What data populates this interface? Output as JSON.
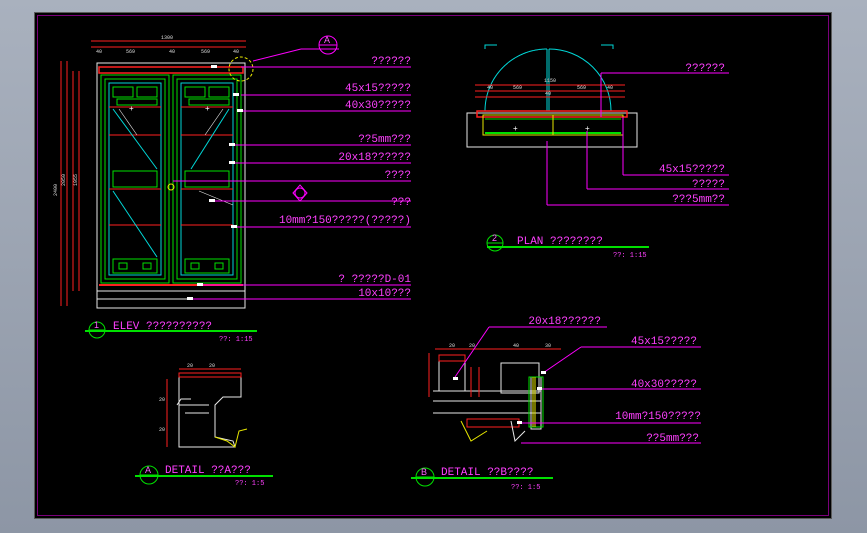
{
  "elevation": {
    "labels": [
      "??????",
      "45x15?????",
      "40x30?????",
      "??5mm???",
      "20x18??????",
      "????",
      "???",
      "10mm?150?????(?????)",
      "? ?????D-01",
      "10x10???"
    ],
    "bubble": "A",
    "title_num": "1",
    "title": "ELEV  ??????????",
    "scale": "??: 1:15",
    "dim_top": "1300",
    "dim_sub": [
      "40",
      "569",
      "40",
      "569",
      "40"
    ],
    "dim_side": [
      "2400",
      "2050",
      "1955"
    ]
  },
  "plan": {
    "labels": [
      "??????",
      "45x15?????",
      "?????",
      "???5mm??"
    ],
    "title_num": "2",
    "title": "PLAN   ????????",
    "scale": "??: 1:15",
    "dim_top": "1150",
    "dim_sub": [
      "40",
      "569",
      "40",
      "569",
      "40"
    ]
  },
  "detail_a": {
    "bubble": "A",
    "title": "DETAIL ??A???",
    "scale": "??: 1:5",
    "dims": [
      "20",
      "20",
      "20",
      "20"
    ]
  },
  "detail_b": {
    "labels": [
      "20x18??????",
      "45x15?????",
      "40x30?????",
      "10mm?150?????",
      "??5mm???"
    ],
    "bubble": "B",
    "title": "DETAIL ??B????",
    "scale": "??: 1:5",
    "dims": [
      "20",
      "20",
      "40",
      "30"
    ]
  },
  "colors": {
    "background": "#000000",
    "frame": "#00e000",
    "glass": "#00d8d8",
    "leader": "#ff00ff",
    "text": "#ff40ff",
    "accent": "#ff2020"
  }
}
